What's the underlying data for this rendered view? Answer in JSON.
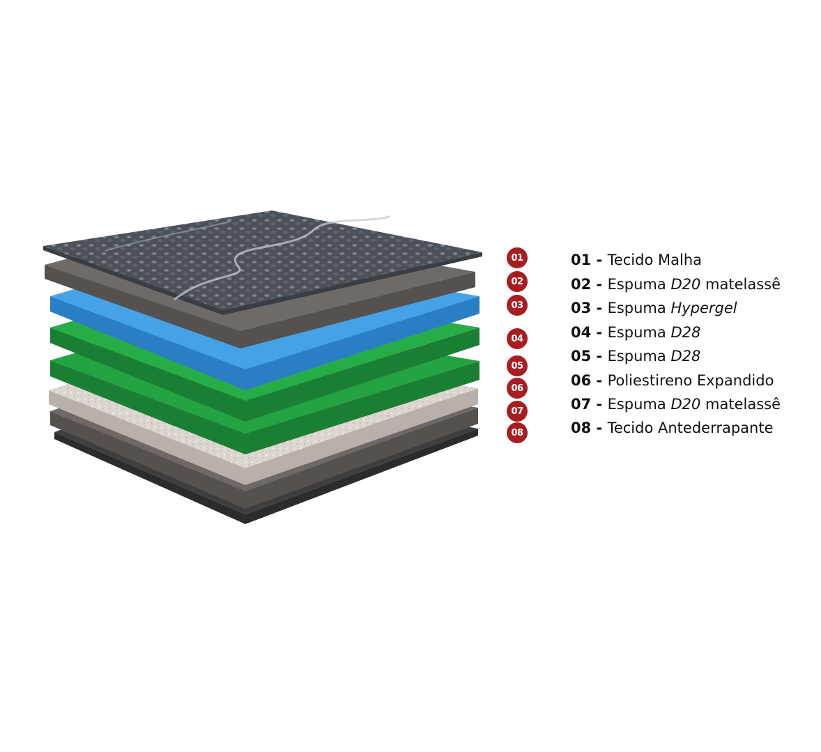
{
  "layers": [
    {
      "badge": "01",
      "number": "01",
      "separator": " - ",
      "text_before": "Tecido Malha",
      "italic": "",
      "text_after": "",
      "color": "#4a4f54"
    },
    {
      "badge": "02",
      "number": "02",
      "separator": " - ",
      "text_before": "Espuma ",
      "italic": "D20",
      "text_after": " matelassê",
      "color": "#6b6766"
    },
    {
      "badge": "03",
      "number": "03",
      "separator": " - ",
      "text_before": "Espuma ",
      "italic": "Hypergel",
      "text_after": "",
      "color": "#3f9be0"
    },
    {
      "badge": "04",
      "number": "04",
      "separator": " - ",
      "text_before": "Espuma ",
      "italic": "D28",
      "text_after": "",
      "color": "#23a342"
    },
    {
      "badge": "05",
      "number": "05",
      "separator": " - ",
      "text_before": "Espuma ",
      "italic": "D28",
      "text_after": "",
      "color": "#23a342"
    },
    {
      "badge": "06",
      "number": "06",
      "separator": " - ",
      "text_before": "Poliestireno Expandido",
      "italic": "",
      "text_after": "",
      "color": "#d9d4cf"
    },
    {
      "badge": "07",
      "number": "07",
      "separator": " - ",
      "text_before": "Espuma ",
      "italic": "D20",
      "text_after": " matelassê",
      "color": "#6e6965"
    },
    {
      "badge": "08",
      "number": "08",
      "separator": " - ",
      "text_before": "Tecido Antederrapante",
      "italic": "",
      "text_after": "",
      "color": "#3e3e3f"
    }
  ],
  "badge_color": "#a71d22"
}
